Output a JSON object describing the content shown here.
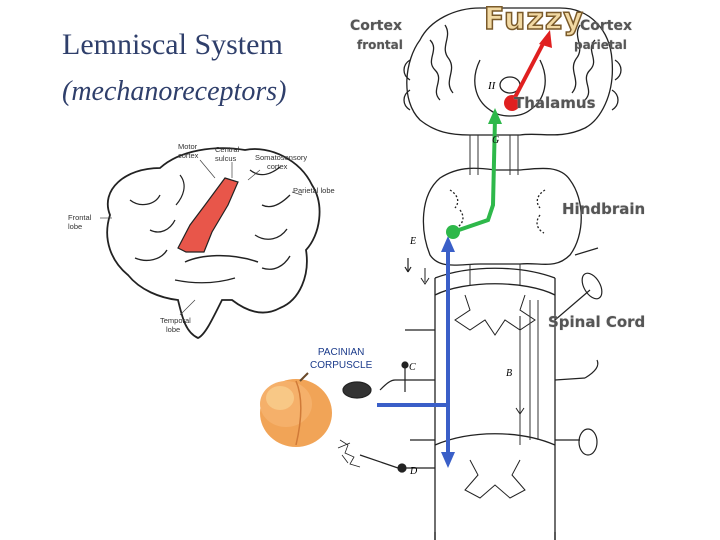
{
  "slide": {
    "title": "Lemniscal System",
    "subtitle": "(mechanoreceptors)"
  },
  "diagram_labels": {
    "cortex_left": "Cortex",
    "frontal": "frontal",
    "cortex_right": "Cortex",
    "parietal": "parietal",
    "fuzzy": "Fuzzy",
    "thalamus": "Thalamus",
    "hindbrain": "Hindbrain",
    "spinal_cord": "Spinal Cord",
    "pacinian_line1": "PACINIAN",
    "pacinian_line2": "CORPUSCLE",
    "roman_two": "II",
    "letter_g": "G",
    "letter_e": "E",
    "letter_c": "C",
    "letter_b": "B",
    "letter_d": "D"
  },
  "brain_labels": {
    "motor_cortex_1": "Motor",
    "motor_cortex_2": "cortex",
    "central_sulcus_1": "Central",
    "central_sulcus_2": "sulcus",
    "somatosensory_1": "Somatosensory",
    "somatosensory_2": "cortex",
    "parietal_lobe": "Parietal lobe",
    "frontal_lobe_1": "Frontal",
    "frontal_lobe_2": "lobe",
    "temporal_lobe_1": "Temporal",
    "temporal_lobe_2": "lobe"
  },
  "colors": {
    "pathway_blue": "#3a5fc8",
    "pathway_green": "#2eb84a",
    "pathway_red": "#e02020",
    "motor_strip": "#e8564a"
  }
}
